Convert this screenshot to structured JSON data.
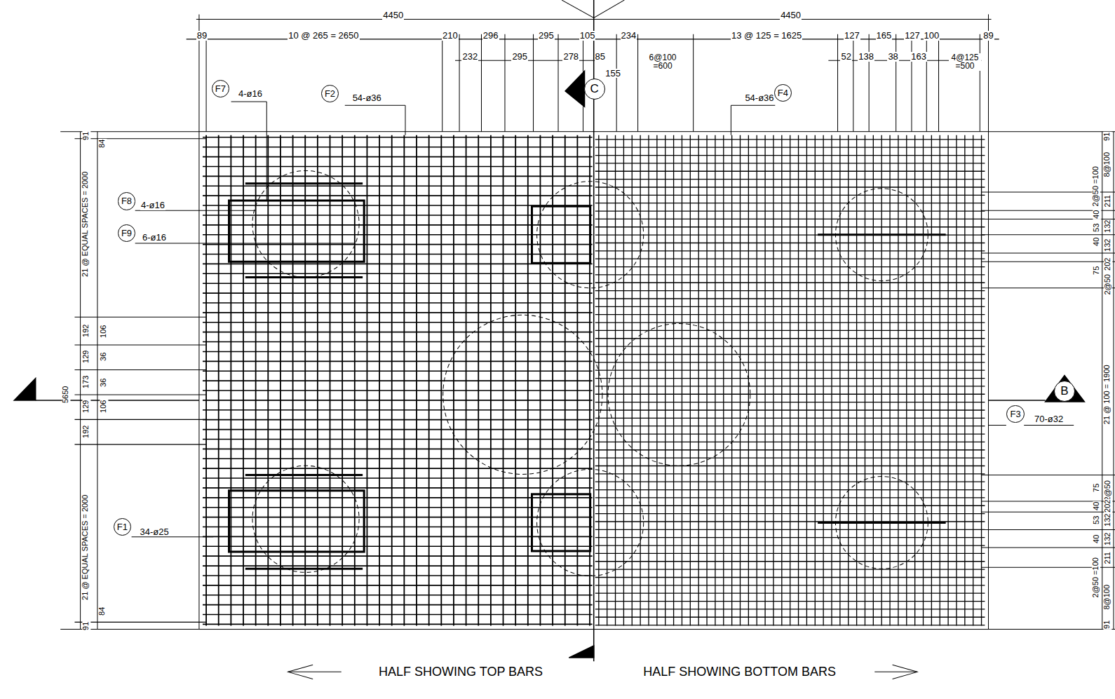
{
  "diagram": {
    "nodes": [
      {
        "text": [
          "F7"
        ]
      },
      {
        "text": [
          "F2"
        ]
      },
      {
        "text": [
          "F4"
        ]
      },
      {
        "text": [
          "F8"
        ]
      },
      {
        "text": [
          "F9"
        ]
      },
      {
        "text": [
          "F1"
        ]
      },
      {
        "text": [
          "F3"
        ]
      },
      {
        "text": [
          "C"
        ]
      },
      {
        "text": [
          "B"
        ]
      }
    ],
    "edges": [],
    "labels": [
      "4450",
      "4450",
      "89",
      "10 @ 265 = 2650",
      "210",
      "296",
      "295",
      "105",
      "234",
      "13 @ 125 = 1625",
      "127",
      "165",
      "127",
      "100",
      "89",
      "232",
      "295",
      "278",
      "85",
      "6@100 =600",
      "155",
      "52",
      "138",
      "38",
      "163",
      "4@125 =500",
      "4-ø16",
      "54-ø36",
      "54-ø36",
      "4-ø16",
      "6-ø16",
      "34-ø25",
      "70-ø32",
      "5650",
      "21 @ EQUAL SPACES = 2000",
      "21 @ EQUAL SPACES = 2000",
      "91",
      "84",
      "192",
      "129",
      "173",
      "129",
      "192",
      "106",
      "36",
      "36",
      "106",
      "84",
      "91",
      "91",
      "8@100",
      "2@50 =100",
      "211",
      "40",
      "132",
      "53",
      "132",
      "40",
      "202",
      "75",
      "2@50",
      "21 @ 100 = 1900",
      "2@50",
      "75",
      "202",
      "40",
      "132",
      "53",
      "132",
      "40",
      "211",
      "2@50 =100",
      "8@100",
      "91",
      "HALF SHOWING TOP BARS",
      "HALF SHOWING BOTTOM BARS"
    ]
  }
}
